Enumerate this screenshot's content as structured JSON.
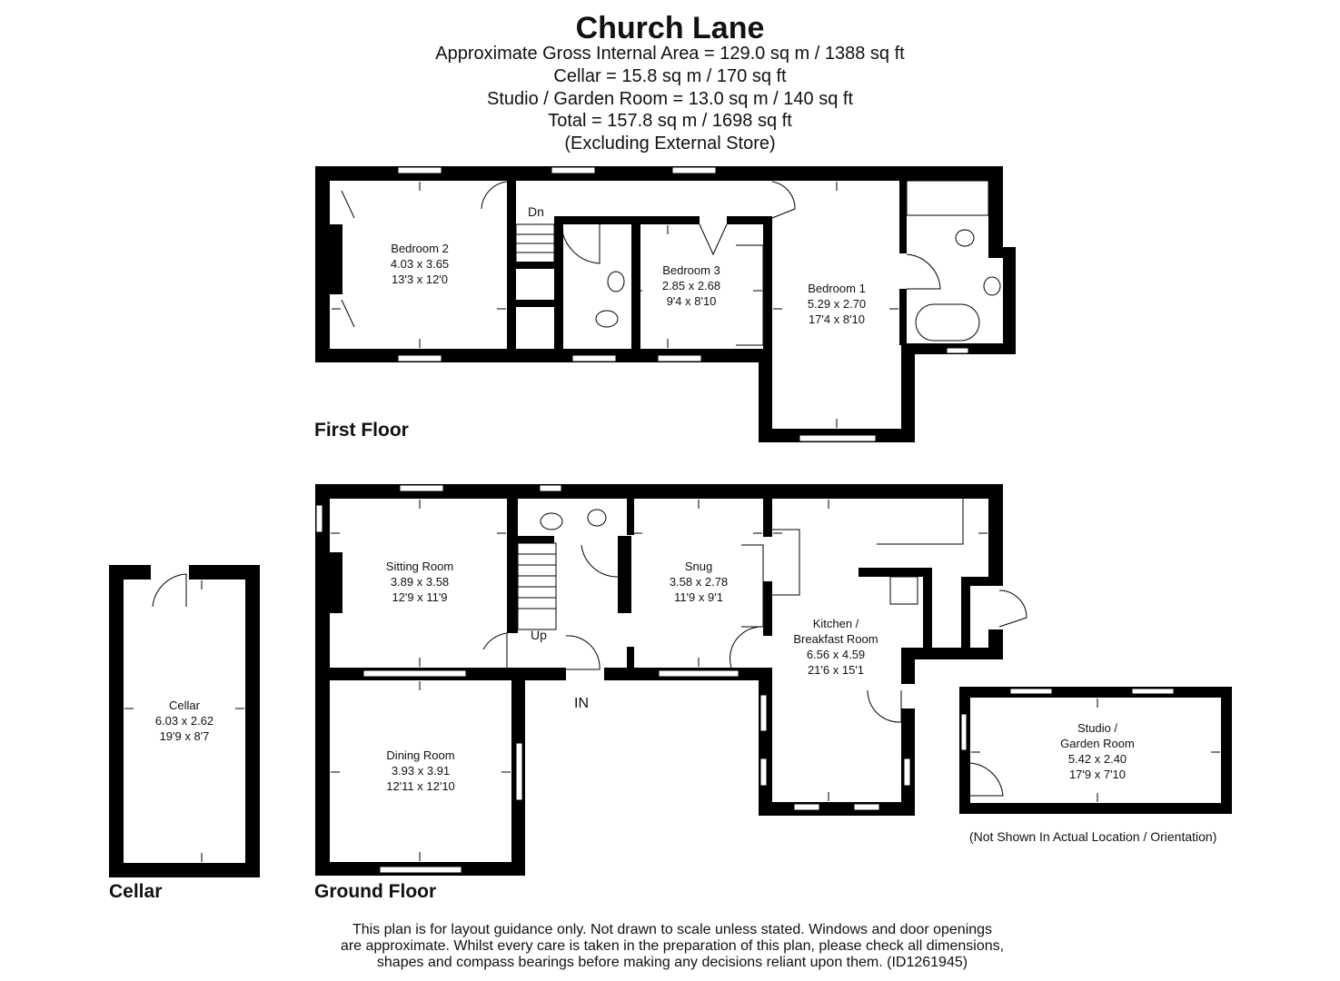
{
  "header": {
    "title": "Church Lane",
    "lines": [
      "Approximate Gross Internal Area = 129.0 sq m / 1388 sq ft",
      "Cellar = 15.8 sq m / 170 sq ft",
      "Studio / Garden Room = 13.0 sq m / 140 sq ft",
      "Total = 157.8 sq m / 1698 sq ft",
      "(Excluding External Store)"
    ]
  },
  "floors": {
    "first": "First Floor",
    "ground": "Ground Floor",
    "cellar": "Cellar"
  },
  "rooms": {
    "bedroom2": {
      "name": "Bedroom 2",
      "metric": "4.03 x 3.65",
      "imperial": "13'3 x 12'0"
    },
    "bedroom3": {
      "name": "Bedroom 3",
      "metric": "2.85 x 2.68",
      "imperial": "9'4 x 8'10"
    },
    "bedroom1": {
      "name": "Bedroom 1",
      "metric": "5.29 x 2.70",
      "imperial": "17'4 x 8'10"
    },
    "sitting": {
      "name": "Sitting Room",
      "metric": "3.89 x 3.58",
      "imperial": "12'9 x 11'9"
    },
    "snug": {
      "name": "Snug",
      "metric": "3.58 x 2.78",
      "imperial": "11'9 x 9'1"
    },
    "kitchen": {
      "name1": "Kitchen /",
      "name2": "Breakfast Room",
      "metric": "6.56 x 4.59",
      "imperial": "21'6 x 15'1"
    },
    "dining": {
      "name": "Dining Room",
      "metric": "3.93 x 3.91",
      "imperial": "12'11 x 12'10"
    },
    "cellar": {
      "name": "Cellar",
      "metric": "6.03 x 2.62",
      "imperial": "19'9 x 8'7"
    },
    "studio": {
      "name1": "Studio /",
      "name2": "Garden Room",
      "metric": "5.42 x 2.40",
      "imperial": "17'9 x 7'10"
    }
  },
  "labels": {
    "down": "Dn",
    "up": "Up",
    "entrance": "IN",
    "studio_note": "(Not Shown In Actual Location / Orientation)"
  },
  "disclaimer": [
    "This plan is for layout guidance only. Not drawn to scale unless stated. Windows and door openings",
    "are approximate. Whilst every care is taken in the preparation of this plan, please check all dimensions,",
    "shapes and compass bearings before making any decisions reliant upon them. (ID1261945)"
  ]
}
